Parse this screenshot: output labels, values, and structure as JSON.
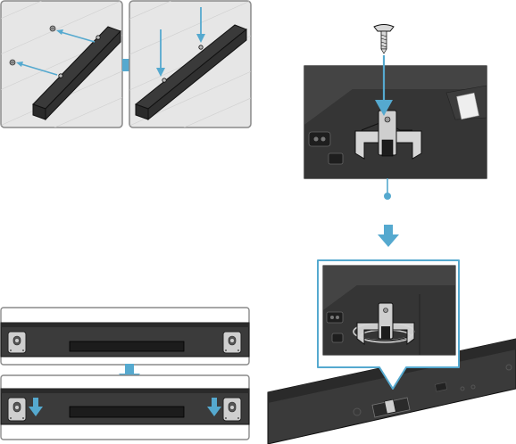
{
  "colors": {
    "accent": "#55a9cf",
    "panel_light": "#e6e6e6",
    "panel_border": "#8a8a8a",
    "bar_dark": "#3b3b3b",
    "bar_top": "#2b2b2b",
    "bracket": "#cfcfcf",
    "grey_cabinet": "#4a4a4a",
    "outline": "#111111"
  },
  "icons": {
    "flow_arrow": "down-arrow-icon",
    "step_arrow": "right-arrow-icon",
    "fastener": "screw-icon",
    "callout": "zoom-callout"
  },
  "steps": [
    {
      "id": "mount-holes",
      "view": "wall-side"
    },
    {
      "id": "insert-screws",
      "view": "wall-side"
    },
    {
      "id": "bar-back-brackets",
      "view": "front"
    },
    {
      "id": "bar-slide-down",
      "view": "front"
    },
    {
      "id": "screw-holder",
      "view": "detail"
    },
    {
      "id": "cable-wrapped",
      "view": "detail"
    }
  ]
}
